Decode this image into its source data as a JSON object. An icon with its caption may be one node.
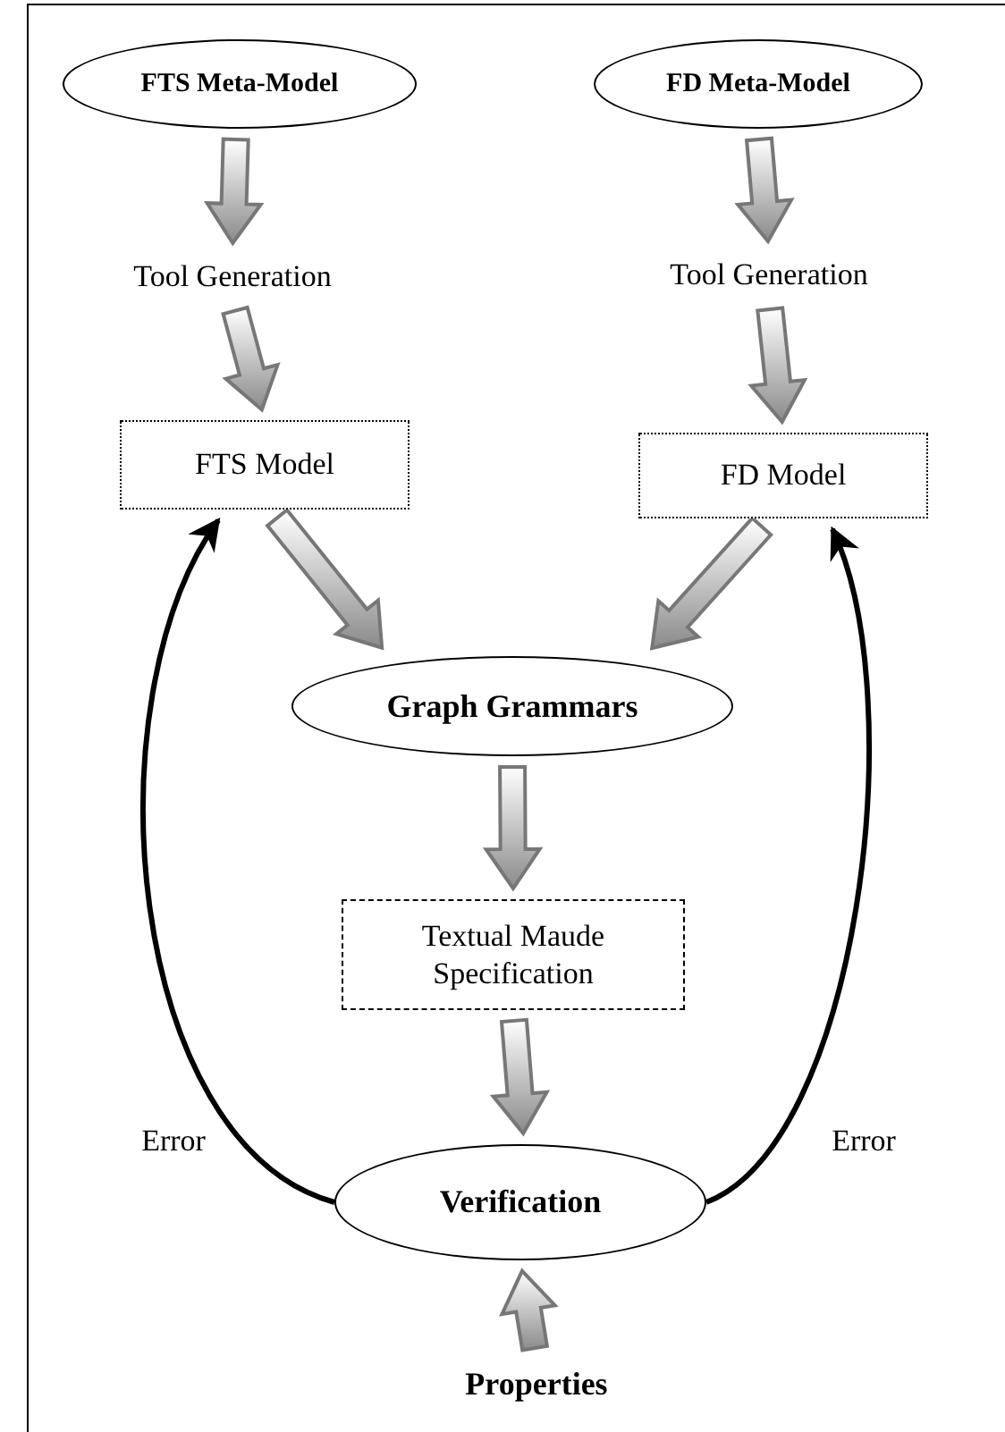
{
  "diagram": {
    "nodes": [
      {
        "text": [
          "FTS Meta-Model"
        ]
      },
      {
        "text": [
          "FD Meta-Model"
        ]
      },
      {
        "text": [
          "Tool Generation"
        ]
      },
      {
        "text": [
          "Tool Generation"
        ]
      },
      {
        "text": [
          "FTS Model"
        ]
      },
      {
        "text": [
          "FD Model"
        ]
      },
      {
        "text": [
          "Graph Grammars"
        ]
      },
      {
        "text": [
          "Textual Maude Specification"
        ]
      },
      {
        "text": [
          "Verification"
        ]
      },
      {
        "text": [
          "Properties"
        ]
      }
    ],
    "edges": [
      {
        "from": 0,
        "to": 2,
        "arrow": "to",
        "style": "thick"
      },
      {
        "from": 2,
        "to": 4,
        "arrow": "to",
        "style": "thick"
      },
      {
        "from": 1,
        "to": 3,
        "arrow": "to",
        "style": "thick"
      },
      {
        "from": 3,
        "to": 5,
        "arrow": "to",
        "style": "thick"
      },
      {
        "from": 4,
        "to": 6,
        "arrow": "to",
        "style": "thick"
      },
      {
        "from": 5,
        "to": 6,
        "arrow": "to",
        "style": "thick"
      },
      {
        "from": 6,
        "to": 7,
        "arrow": "to",
        "style": "thick"
      },
      {
        "from": 7,
        "to": 8,
        "arrow": "to",
        "style": "thick"
      },
      {
        "from": 9,
        "to": 8,
        "arrow": "to",
        "style": "thick"
      },
      {
        "from": 8,
        "to": 4,
        "arrow": "to",
        "label": "Error"
      },
      {
        "from": 8,
        "to": 5,
        "arrow": "to",
        "label": "Error"
      }
    ]
  }
}
